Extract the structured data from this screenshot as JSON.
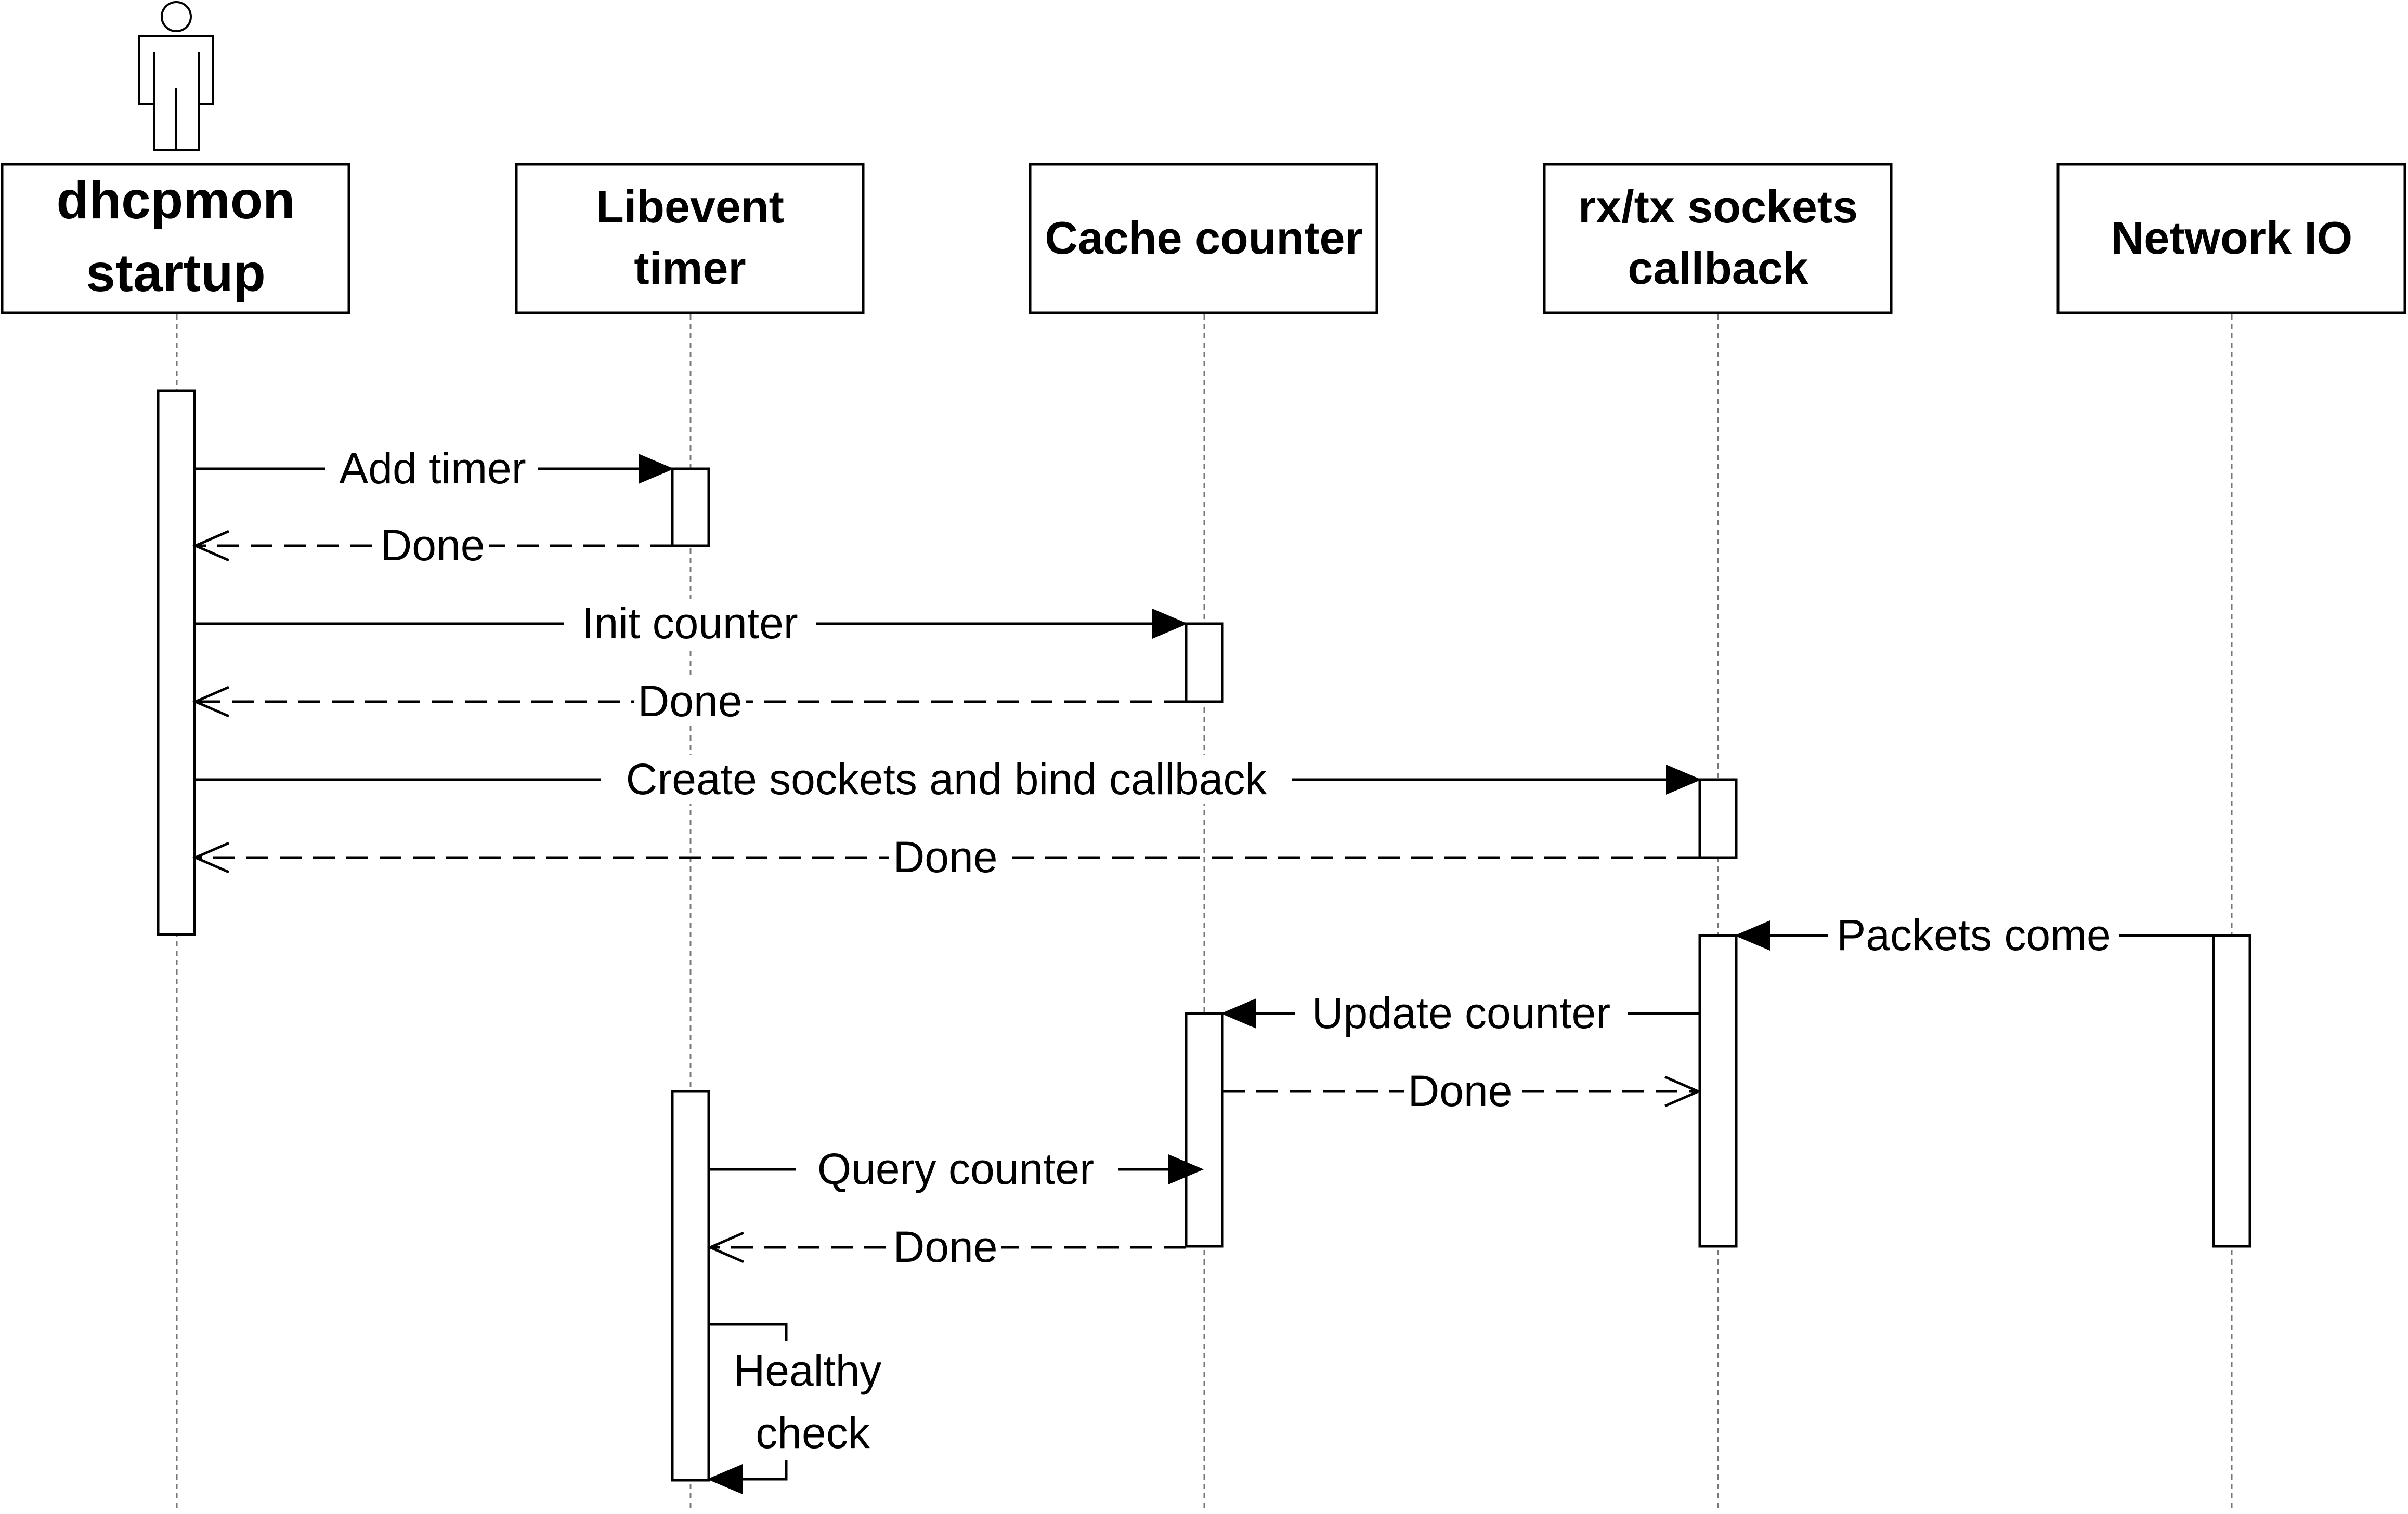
{
  "participants": [
    {
      "id": "startup",
      "lines": [
        "dhcpmon",
        "startup"
      ],
      "actor": true
    },
    {
      "id": "timer",
      "lines": [
        "Libevent",
        "timer"
      ]
    },
    {
      "id": "cache",
      "lines": [
        "Cache counter"
      ]
    },
    {
      "id": "sockets",
      "lines": [
        "rx/tx sockets",
        "callback"
      ]
    },
    {
      "id": "netio",
      "lines": [
        "Network IO"
      ]
    }
  ],
  "messages": [
    {
      "from": "startup",
      "to": "timer",
      "label": "Add timer",
      "style": "solid"
    },
    {
      "from": "timer",
      "to": "startup",
      "label": "Done",
      "style": "dashed"
    },
    {
      "from": "startup",
      "to": "cache",
      "label": "Init counter",
      "style": "solid"
    },
    {
      "from": "cache",
      "to": "startup",
      "label": "Done",
      "style": "dashed"
    },
    {
      "from": "startup",
      "to": "sockets",
      "label": "Create sockets and bind callback",
      "style": "solid"
    },
    {
      "from": "sockets",
      "to": "startup",
      "label": "Done",
      "style": "dashed"
    },
    {
      "from": "netio",
      "to": "sockets",
      "label": "Packets come",
      "style": "solid"
    },
    {
      "from": "sockets",
      "to": "cache",
      "label": "Update counter",
      "style": "solid"
    },
    {
      "from": "cache",
      "to": "sockets",
      "label": "Done",
      "style": "dashed"
    },
    {
      "from": "timer",
      "to": "cache",
      "label": "Query counter",
      "style": "solid"
    },
    {
      "from": "cache",
      "to": "timer",
      "label": "Done",
      "style": "dashed"
    },
    {
      "from": "timer",
      "to": "timer",
      "label": "Healthy check",
      "label_lines": [
        "Healthy",
        "check"
      ],
      "style": "self"
    }
  ]
}
